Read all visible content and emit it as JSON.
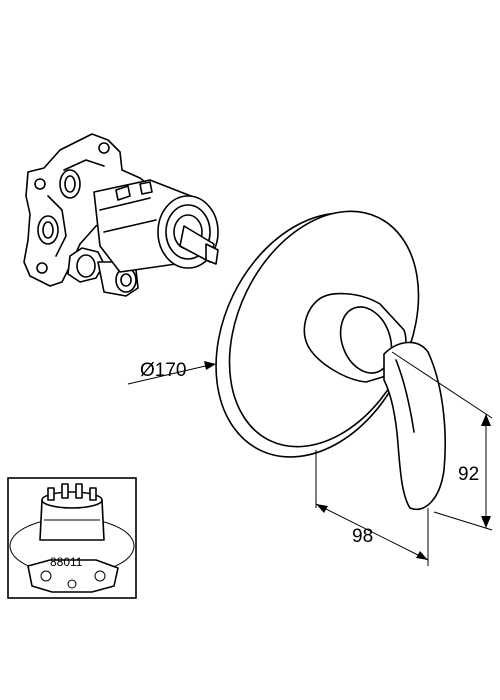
{
  "dimensions": {
    "diameter_label": "Ø170",
    "depth_label": "98",
    "height_label": "92"
  },
  "inset": {
    "part_number": "88011"
  }
}
